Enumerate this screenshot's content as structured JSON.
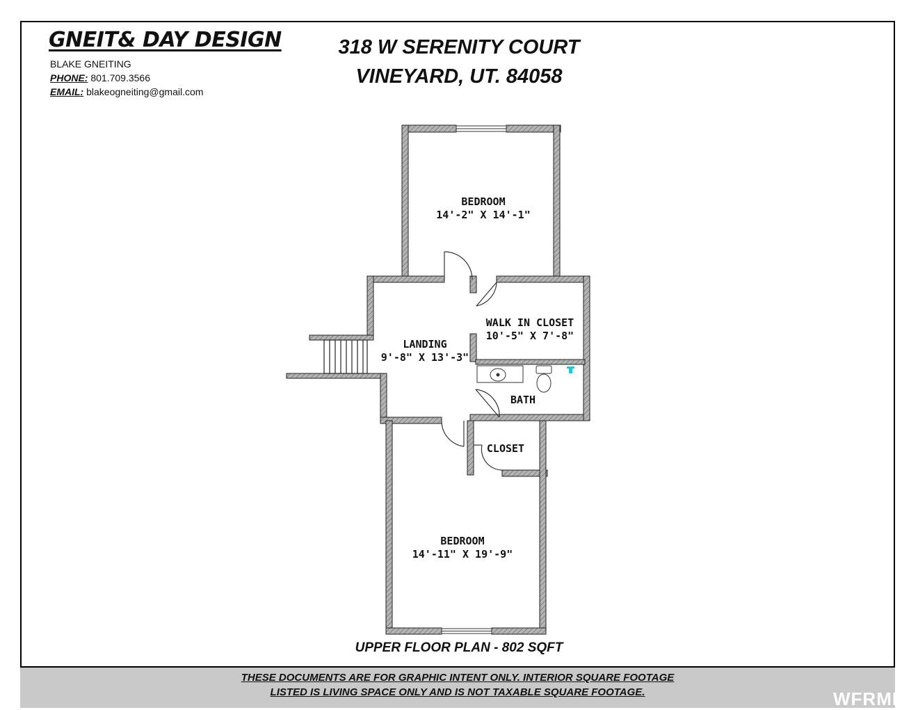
{
  "company": {
    "name": "GNEIT& DAY DESIGN",
    "contact_name": "BLAKE GNEITING",
    "phone_label": "PHONE:",
    "phone": "801.709.3566",
    "email_label": "EMAIL:",
    "email": "blakeogneiting@gmail.com"
  },
  "address": {
    "line1": "318 W SERENITY COURT",
    "line2": "VINEYARD, UT. 84058"
  },
  "rooms": {
    "bedroom_top": {
      "name": "BEDROOM",
      "dims": "14'-2\" X 14'-1\""
    },
    "walk_in_closet": {
      "name": "WALK IN CLOSET",
      "dims": "10'-5\" X 7'-8\""
    },
    "landing": {
      "name": "LANDING",
      "dims": "9'-8\" X 13'-3\""
    },
    "bath": {
      "name": "BATH"
    },
    "closet": {
      "name": "CLOSET"
    },
    "bedroom_bottom": {
      "name": "BEDROOM",
      "dims": "14'-11\" X 19'-9\""
    }
  },
  "plan_caption": "UPPER FLOOR PLAN - 802 SQFT",
  "disclaimer": {
    "line1": "THESE DOCUMENTS ARE FOR GRAPHIC INTENT ONLY.   INTERIOR SQUARE FOOTAGE",
    "line2": "LISTED IS LIVING SPACE ONLY AND IS NOT TAXABLE SQUARE FOOTAGE."
  },
  "watermark": "WFRMLS",
  "colors": {
    "wall_fill": "#b0b0b0",
    "footer_bg": "#c9c9c9",
    "fixture_accent": "#1ec8d8"
  }
}
